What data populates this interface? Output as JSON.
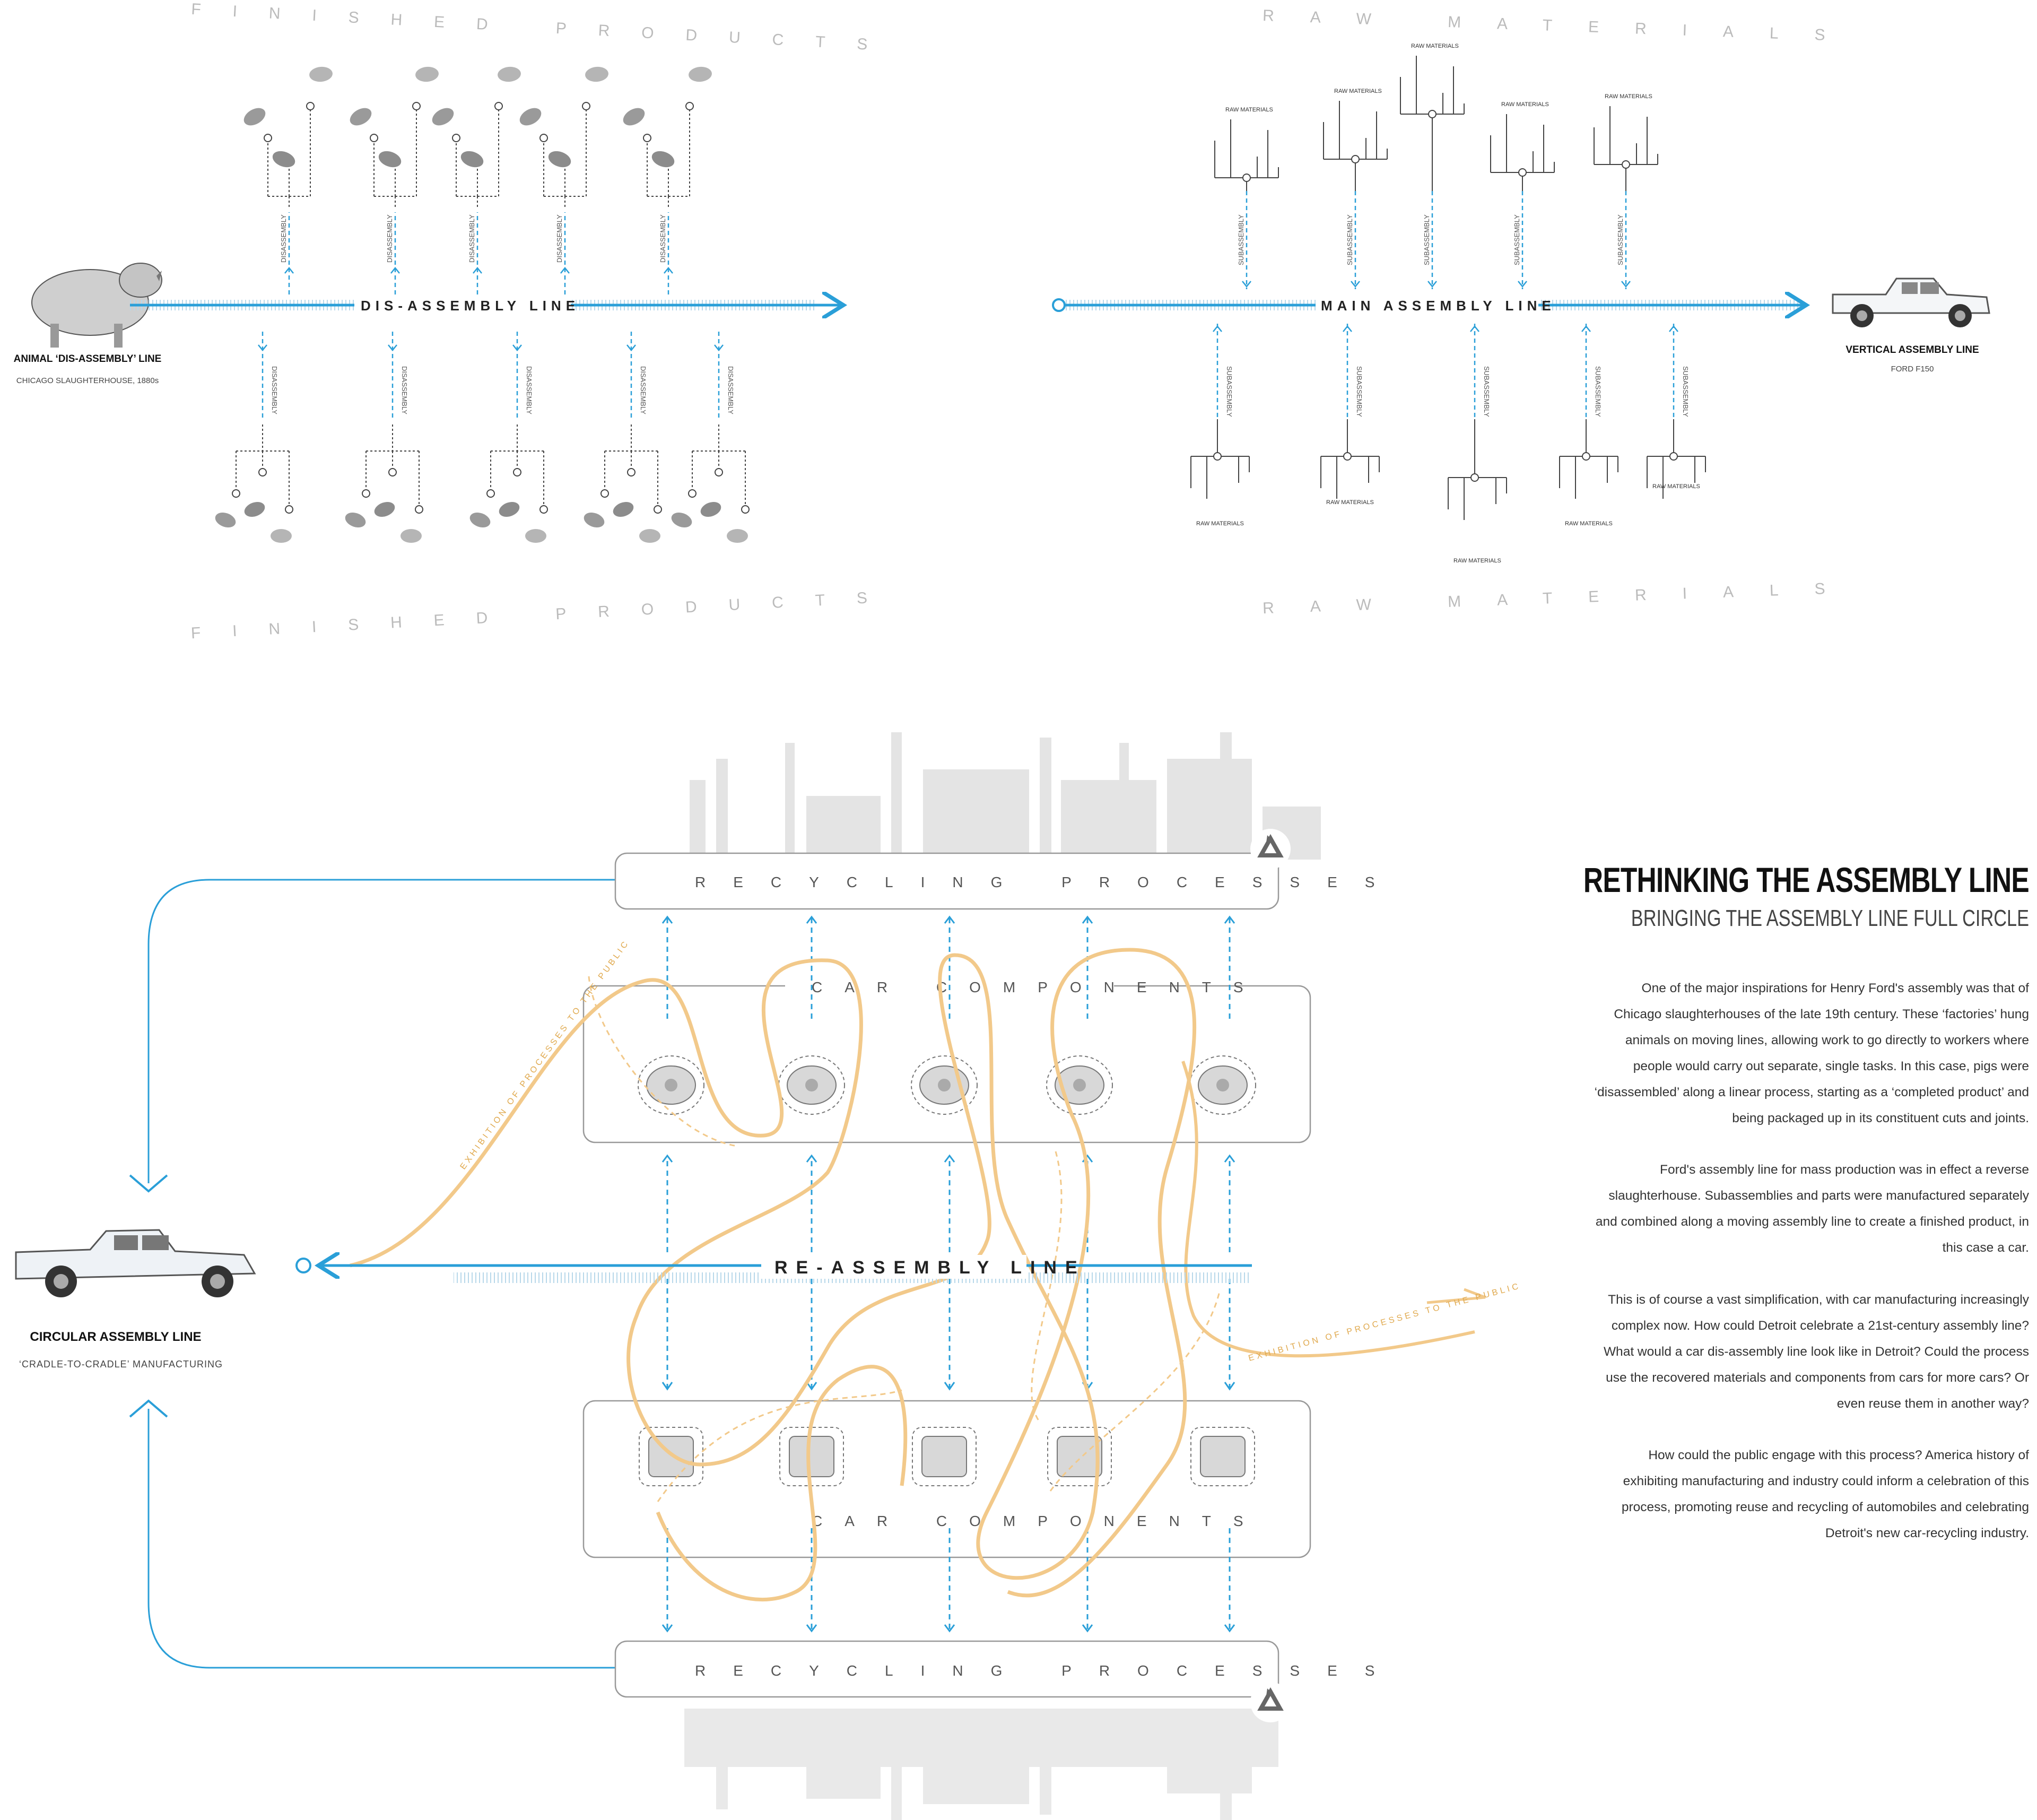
{
  "title": "RETHINKING THE ASSEMBLY LINE",
  "subtitle": "BRINGING THE ASSEMBLY LINE FULL CIRCLE",
  "paragraphs": [
    "One of the major inspirations for Henry Ford's assembly was that of Chicago slaughterhouses of the late 19th century. These ‘factories’ hung animals on moving lines, allowing work to go directly to workers where people would carry out separate, single tasks. In this case, pigs were ‘disassembled’ along a linear process, starting as a ‘completed product’ and being packaged up in its constituent cuts and joints.",
    "Ford's assembly line for mass production was in effect a reverse slaughterhouse. Subassemblies and parts were manufactured separately and combined along a moving assembly line to create a finished product, in this case a car.",
    "This is of course a vast simplification, with car manufacturing increasingly complex now. How could Detroit celebrate a 21st-century assembly line? What would a car dis-assembly line look like in Detroit? Could the process use the recovered materials and components from cars for more cars? Or even reuse them in another way?",
    "How could the public engage with this process? America history of exhibiting manufacturing and industry could inform a celebration of this process, promoting reuse and recycling of automobiles and celebrating Detroit's new car-recycling industry."
  ],
  "disassembly": {
    "heading": "FINISHED PRODUCTS",
    "line_label": "DIS-ASSEMBLY LINE",
    "branch_label": "DISASSEMBLY",
    "caption": "ANIMAL ‘DIS-ASSEMBLY’ LINE",
    "caption_sub": "CHICAGO SLAUGHTERHOUSE, 1880s"
  },
  "assembly": {
    "heading": "RAW MATERIALS",
    "line_label": "MAIN ASSEMBLY LINE",
    "branch_label": "SUBASSEMBLY",
    "node_label": "RAW MATERIALS",
    "caption": "VERTICAL ASSEMBLY LINE",
    "caption_sub": "FORD F150"
  },
  "circular": {
    "recycling": "RECYCLING PROCESSES",
    "components": "CAR COMPONENTS",
    "line_label": "RE-ASSEMBLY LINE",
    "exhibition": "EXHIBITION OF PROCESSES TO THE PUBLIC",
    "caption": "CIRCULAR ASSEMBLY LINE",
    "caption_sub": "‘CRADLE-TO-CRADLE’ MANUFACTURING"
  },
  "colors": {
    "blue": "#2a9fd8",
    "orange": "#f2c98a",
    "grey": "#bdbdbd",
    "dark": "#222222"
  },
  "icons": {
    "animal": "pig-illustration",
    "vehicle": "pickup-truck-illustration",
    "recycle": "recycle-icon",
    "components_top": [
      "exhaust-part-icon",
      "fuel-tank-icon",
      "catalytic-converter-icon",
      "engine-icon",
      "wheel-rim-icon"
    ],
    "components_bottom": [
      "car-seat-icon",
      "battery-icon",
      "axle-icon",
      "hood-panel-icon",
      "car-door-icon"
    ]
  }
}
